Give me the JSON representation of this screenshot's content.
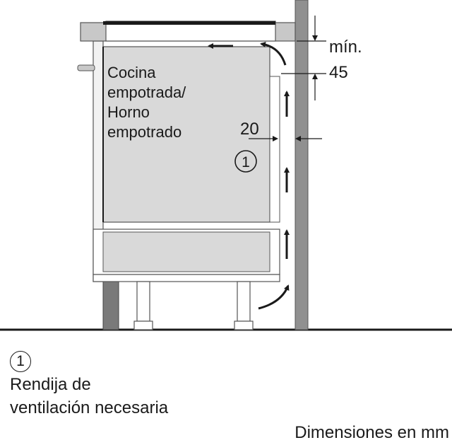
{
  "diagram": {
    "appliance_label_lines": [
      "Cocina",
      "empotrada/",
      "Horno",
      "empotrado"
    ],
    "gap_label": "20",
    "min_label": "mín.",
    "min_value": "45",
    "marker": "1"
  },
  "legend": {
    "marker": "1",
    "line1": "Rendija de",
    "line2": "ventilación necesaria"
  },
  "units_note": "Dimensiones en mm",
  "colors": {
    "wall": "#909090",
    "panel": "#d9d9d9",
    "worktop": "#c8c8c8",
    "ink": "#1a1a1a"
  }
}
